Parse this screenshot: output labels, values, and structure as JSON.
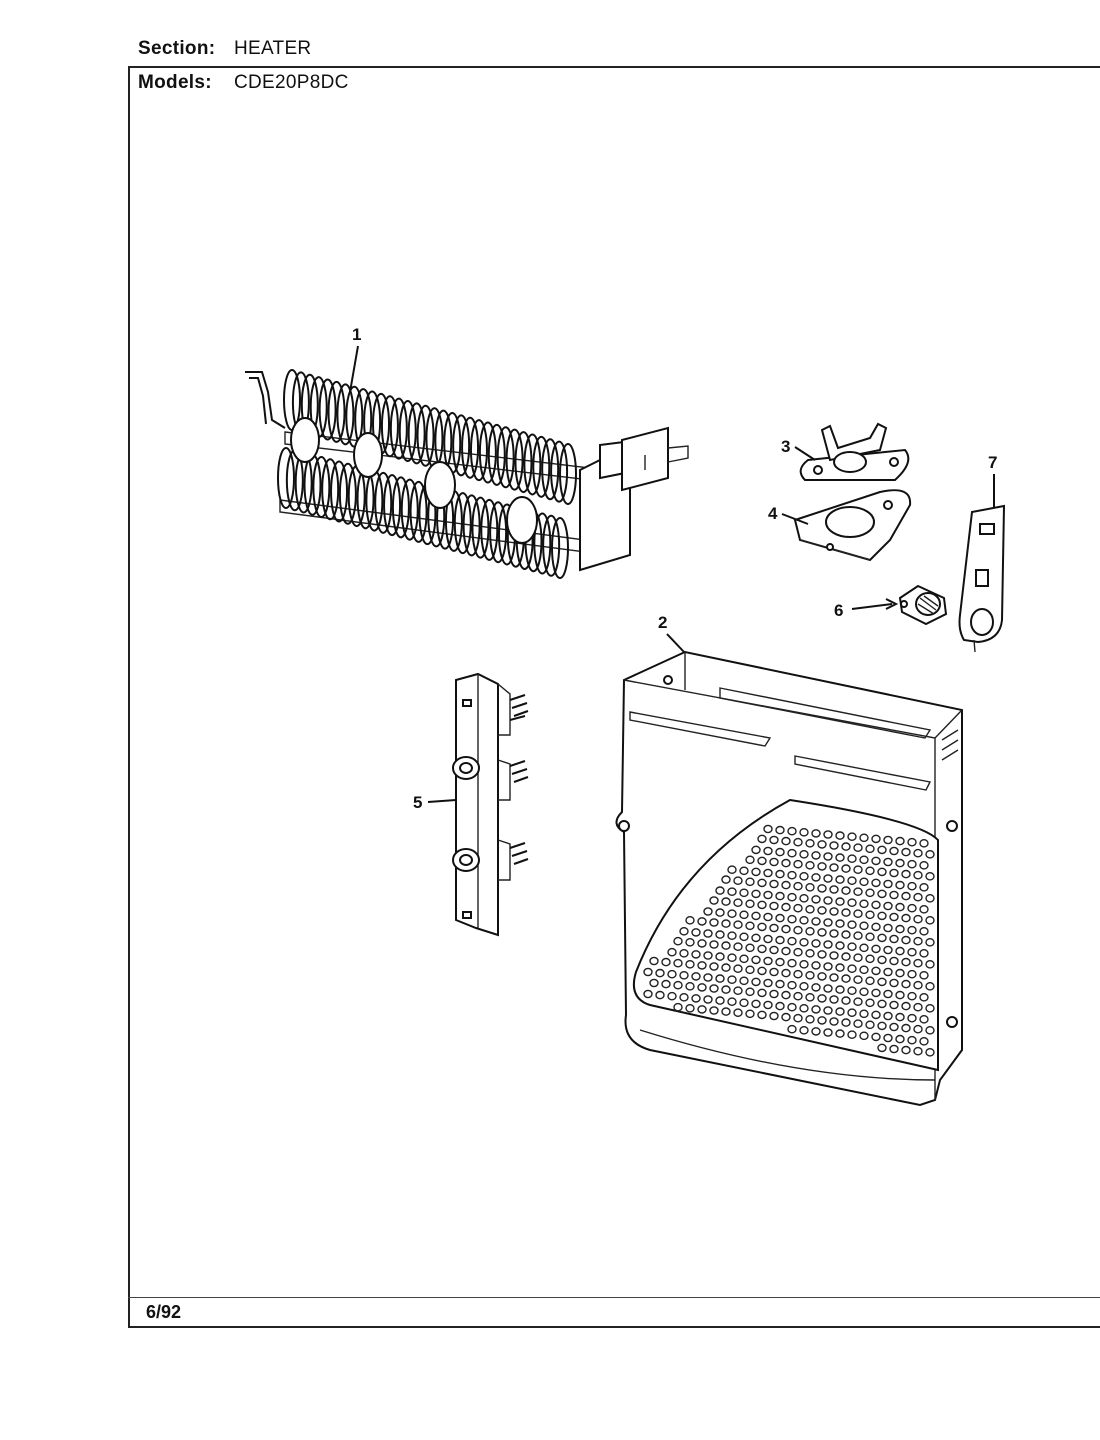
{
  "header": {
    "section_label": "Section:",
    "section_value": "HEATER",
    "models_label": "Models:",
    "models_value": "CDE20P8DC"
  },
  "footer": {
    "date": "6/92"
  },
  "callouts": [
    "1",
    "2",
    "3",
    "4",
    "5",
    "6",
    "7"
  ],
  "parts": [
    {
      "callout": "1",
      "icon": "heater-element-coil-icon"
    },
    {
      "callout": "2",
      "icon": "heater-housing-box-icon"
    },
    {
      "callout": "3",
      "icon": "thermostat-icon"
    },
    {
      "callout": "4",
      "icon": "thermostat-bracket-icon"
    },
    {
      "callout": "5",
      "icon": "terminal-block-icon"
    },
    {
      "callout": "6",
      "icon": "thermal-fuse-icon"
    },
    {
      "callout": "7",
      "icon": "mounting-plate-icon"
    }
  ]
}
